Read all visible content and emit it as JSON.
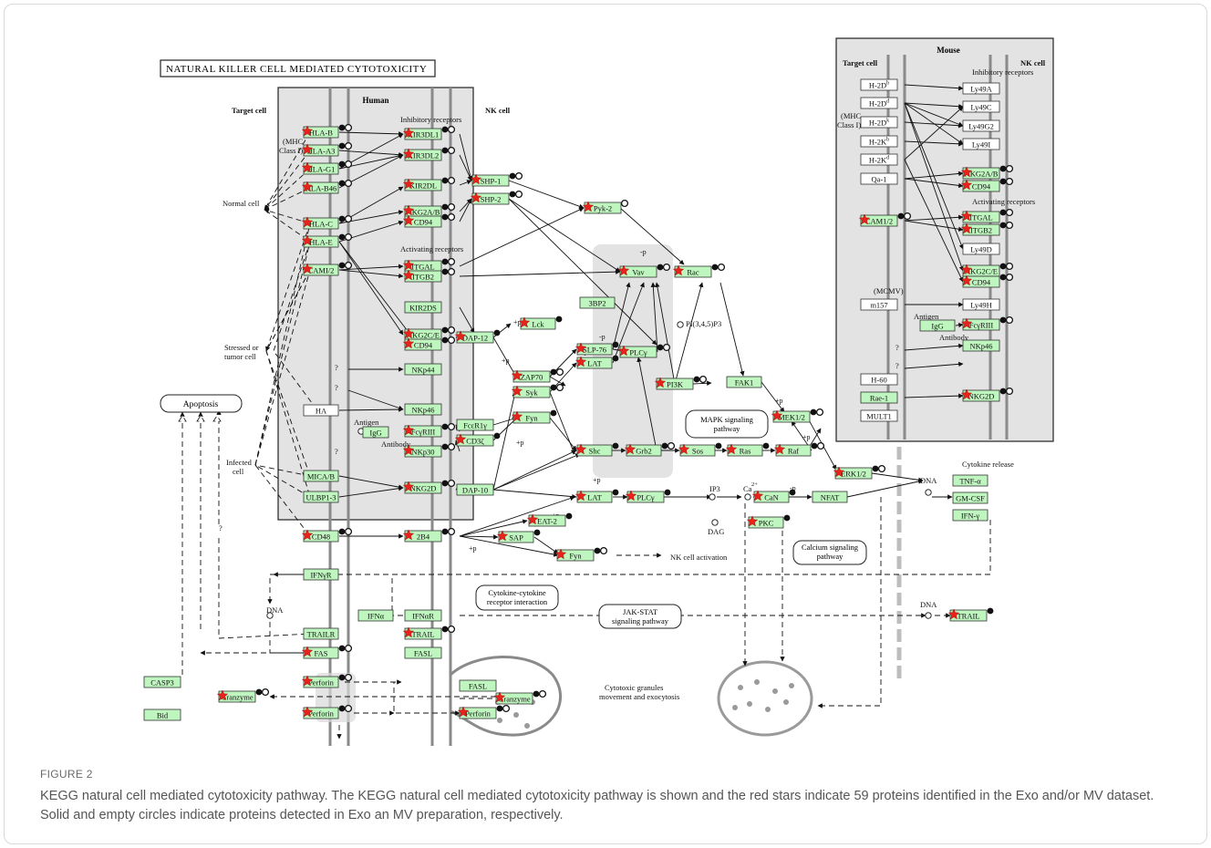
{
  "diagram": {
    "title": "NATURAL KILLER CELL MEDIATED CYTOTOXICITY",
    "labels": {
      "human": "Human",
      "mouse": "Mouse",
      "target_cell": "Target cell",
      "nk_cell": "NK cell",
      "mouse_target_cell": "Target cell",
      "mouse_nk_cell": "NK cell",
      "inhibitory": "Inhibitory receptors",
      "activating": "Activating receptors",
      "mouse_inhibitory": "Inhibitory receptors",
      "mouse_activating": "Activating receptors",
      "mhc_1": "(MHC",
      "mhc_2": "Class I)",
      "mouse_mhc_1": "(MHC",
      "mouse_mhc_2": "Class I)",
      "normal_cell": "Normal cell",
      "stressed_1": "Stressed or",
      "stressed_2": "tumor cell",
      "infected_1": "Infected",
      "infected_2": "cell",
      "antigen": "Antigen",
      "antibody": "Antibody",
      "mouse_antigen": "Antigen",
      "mouse_antibody": "Antibody",
      "mcmv": "(MCMV)",
      "q1": "?",
      "q2": "?",
      "q3": "?",
      "q4": "?",
      "q5": "?",
      "q6": "?",
      "p_pi3k": "PI(3,4,5)P3",
      "ip3": "IP3",
      "ca": "Ca",
      "ca_sup": "2+",
      "dag": "DAG",
      "dna_center": "DNA",
      "dna_left": "DNA",
      "dna_right": "DNA",
      "nk_activation": "NK cell activation",
      "cytokine_release": "Cytokine release",
      "granules_1": "Cytotoxic granules",
      "granules_2": "movement and exocytosis",
      "plus_p": "+p",
      "minus_p": "-p"
    },
    "pathways": {
      "apoptosis": "Apoptosis",
      "mapk": "MAPK signaling pathway",
      "calcium": "Calcium signaling pathway",
      "cytokine": "Cytokine-cytokine receptor interaction",
      "jakstat": "JAK-STAT signaling pathway"
    },
    "human_target_nodes": [
      "HLA-B",
      "HLA-A3",
      "HLA-G1",
      "HLA-B46",
      "HLA-C",
      "HLA-E",
      "CAMI/2",
      "HA",
      "MICA/B",
      "ULBP1-3",
      "CD48",
      "IFNγR",
      "TRAILR",
      "FAS",
      "Perforin",
      "Perforin"
    ],
    "human_nk_nodes": [
      "KIR3DL1",
      "KIR3DL2",
      "KIR2DL",
      "NKG2A/B",
      "CD94",
      "ITGAL",
      "ITGB2",
      "KIR2DS",
      "NKG2C/E",
      "CD94",
      "NKp44",
      "NKp46",
      "FcγRIII",
      "IgG",
      "NKp30",
      "NKG2D",
      "2B4",
      "IFNαR",
      "IFNα",
      "TRAIL",
      "FASL",
      "FASL",
      "Perforin",
      "Granzyme"
    ],
    "signaling_nodes": [
      "SHP-1",
      "SHP-2",
      "Pyk-2",
      "Vav",
      "Rac",
      "3BP2",
      "Lck",
      "DAP-12",
      "SLP-76",
      "PLCγ",
      "LAT",
      "ZAP70",
      "Syk",
      "Fyn",
      "PI3K",
      "FAK1",
      "FcεR1γ",
      "CD3ζ",
      "Shc",
      "Grb2",
      "Sos",
      "Ras",
      "Raf",
      "MEK1/2",
      "ERK1/2",
      "DAP-10",
      "LAT",
      "PLCγ",
      "CaN",
      "NFAT",
      "PKC",
      "EAT-2",
      "SAP",
      "Fyn"
    ],
    "output_nodes": [
      "TNF-α",
      "GM-CSF",
      "IFN-γ",
      "TRAIL",
      "CASP3",
      "Granzyme",
      "Bid"
    ],
    "mouse_target_nodes": [
      "H-2D",
      "H-2D",
      "H-2D",
      "H-2K",
      "H-2K",
      "Qa-1",
      "CAM1/2",
      "m157",
      "H-60",
      "Rae-1",
      "MULT1"
    ],
    "mouse_target_sup": [
      "b",
      "d",
      "k",
      "b",
      "d"
    ],
    "mouse_nk_nodes": [
      "Ly49A",
      "Ly49C",
      "Ly49G2",
      "Ly49I",
      "NKG2A/B",
      "CD94",
      "ITGAL",
      "ITGB2",
      "Ly49D",
      "NKG2C/E",
      "CD94",
      "Ly49H",
      "IgG",
      "FcγRIII",
      "NKp46",
      "NKG2D"
    ]
  },
  "caption": {
    "label": "FIGURE 2",
    "text": "KEGG natural cell mediated cytotoxicity pathway. The KEGG natural cell mediated cytotoxicity pathway is shown and the red stars indicate 59 proteins identified in the Exo and/or MV dataset. Solid and empty circles indicate proteins detected in Exo an MV preparation, respectively."
  },
  "colors": {
    "node_fill": "#bff5bf",
    "star": "#e8231c",
    "panel": "#e3e3e3"
  }
}
